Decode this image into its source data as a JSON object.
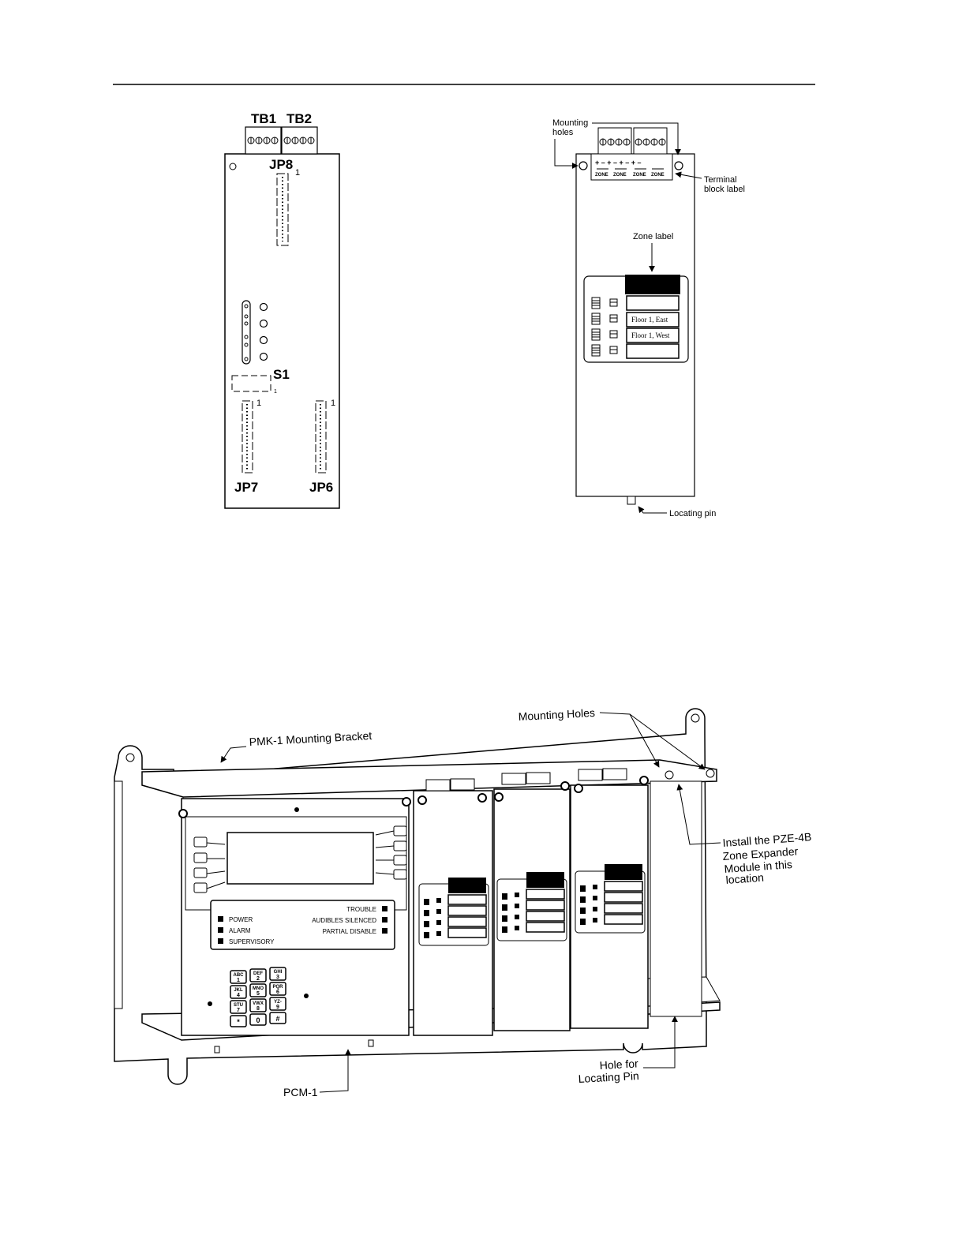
{
  "board": {
    "tb1": "TB1",
    "tb2": "TB2",
    "jp8": "JP8",
    "jp7": "JP7",
    "jp6": "JP6",
    "s1": "S1",
    "pin1": "1"
  },
  "module": {
    "mounting_holes_line1": "Mounting",
    "mounting_holes_line2": "holes",
    "terminal_block_line1": "Terminal",
    "terminal_block_line2": "block label",
    "zone_label": "Zone label",
    "locating_pin": "Locating pin",
    "zone_tag": "ZONE",
    "zones": [
      "",
      "Floor 1, East",
      "Floor 1, West",
      ""
    ]
  },
  "assembly": {
    "mounting_bracket": "PMK-1 Mounting Bracket",
    "mounting_holes": "Mounting Holes",
    "install_line1": "Install the PZE-4B",
    "install_line2": "Zone Expander",
    "install_line3": "Module in this",
    "install_line4": "location",
    "pcm": "PCM-1",
    "hole_line1": "Hole for",
    "hole_line2": "Locating Pin",
    "status_left": [
      "POWER",
      "ALARM",
      "SUPERVISORY"
    ],
    "status_right": [
      "TROUBLE",
      "AUDIBLES SILENCED",
      "PARTIAL DISABLE"
    ],
    "keys": [
      {
        "top": "ABC",
        "num": "1"
      },
      {
        "top": "DEF",
        "num": "2"
      },
      {
        "top": "GHI",
        "num": "3"
      },
      {
        "top": "JKL",
        "num": "4"
      },
      {
        "top": "MNO",
        "num": "5"
      },
      {
        "top": "PQR",
        "num": "6"
      },
      {
        "top": "STU",
        "num": "7"
      },
      {
        "top": "VWX",
        "num": "8"
      },
      {
        "top": "YZ-",
        "num": "9"
      },
      {
        "top": "",
        "num": "*"
      },
      {
        "top": "",
        "num": "0"
      },
      {
        "top": "",
        "num": "#"
      }
    ]
  }
}
